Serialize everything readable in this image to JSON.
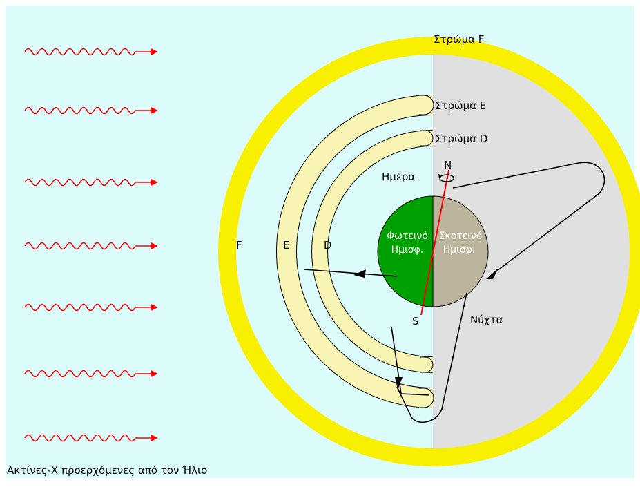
{
  "labels": {
    "layer_f_title": "Στρώμα F",
    "layer_e_title": "Στρώμα E",
    "layer_d_title": "Στρώμα D",
    "f_letter": "F",
    "e_letter": "E",
    "d_letter": "D",
    "day": "Ημέρα",
    "night": "Νύχτα",
    "north": "N",
    "south": "S",
    "lit_line1": "Φωτεινό",
    "lit_line2": "Ημισφ.",
    "dark_line1": "Σκοτεινό",
    "dark_line2": "Ημισφ.",
    "caption": "Ακτίνες-Χ  προερχόμενες από τον Ήλιο"
  },
  "colors": {
    "background": "#dcfcfc",
    "layer_f": "#f8f000",
    "layer_e_d": "#f8f4b4",
    "night_side": "#e0e0e0",
    "lit_hemisphere": "#00a000",
    "dark_hemisphere": "#bcb49c",
    "rays": "#ff0000",
    "axis": "#ff0000",
    "paths": "#000000"
  },
  "icons": {
    "ray_wave": "wavy-arrow-icon",
    "rotation": "rotation-arrow-icon"
  }
}
